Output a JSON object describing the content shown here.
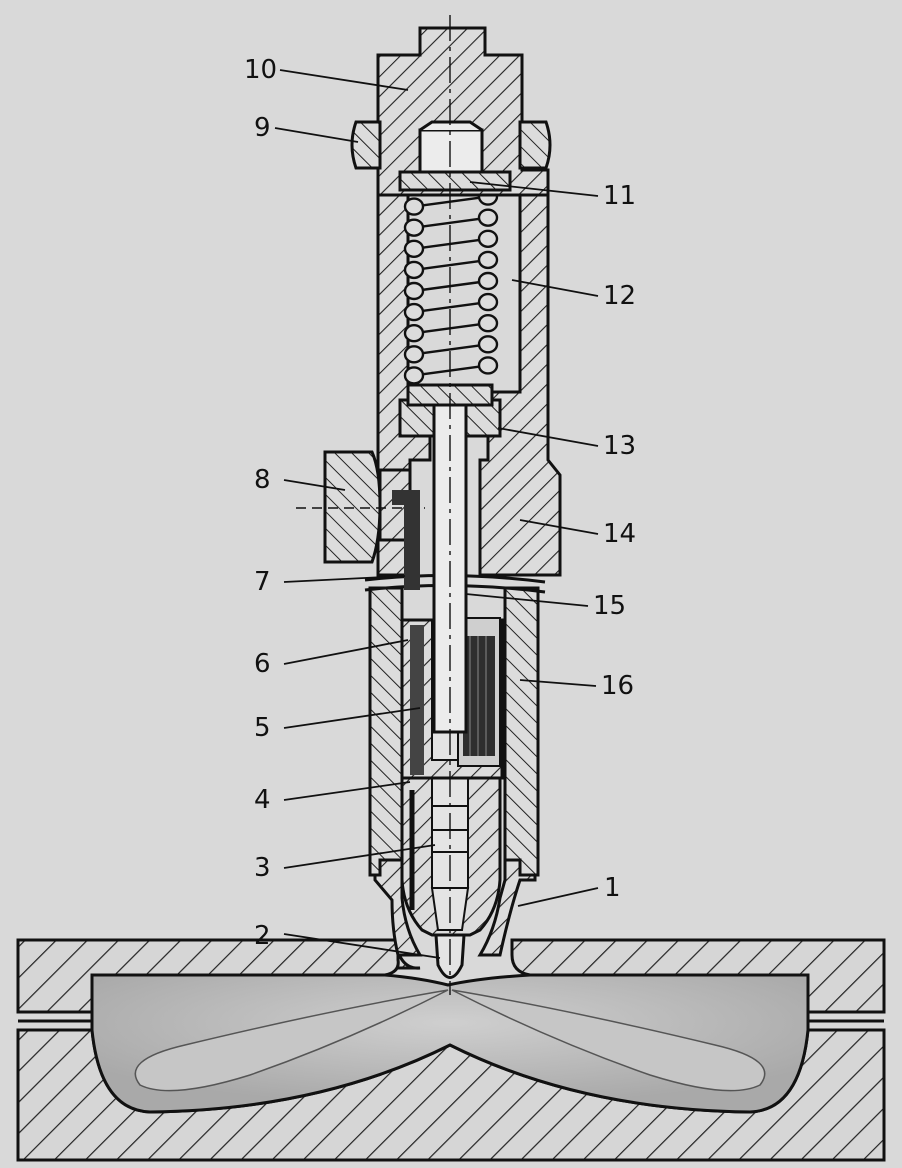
{
  "callouts": [
    {
      "id": "10",
      "text": "10"
    },
    {
      "id": "9",
      "text": "9"
    },
    {
      "id": "11",
      "text": "11"
    },
    {
      "id": "12",
      "text": "12"
    },
    {
      "id": "13",
      "text": "13"
    },
    {
      "id": "8",
      "text": "8"
    },
    {
      "id": "14",
      "text": "14"
    },
    {
      "id": "7",
      "text": "7"
    },
    {
      "id": "15",
      "text": "15"
    },
    {
      "id": "6",
      "text": "6"
    },
    {
      "id": "16",
      "text": "16"
    },
    {
      "id": "5",
      "text": "5"
    },
    {
      "id": "4",
      "text": "4"
    },
    {
      "id": "3",
      "text": "3"
    },
    {
      "id": "1",
      "text": "1"
    },
    {
      "id": "2",
      "text": "2"
    }
  ],
  "colors": {
    "paper": "#d9d9d9",
    "ink": "#111111",
    "chamber": "#b8b8b8",
    "filter": "#2e2e2e"
  }
}
